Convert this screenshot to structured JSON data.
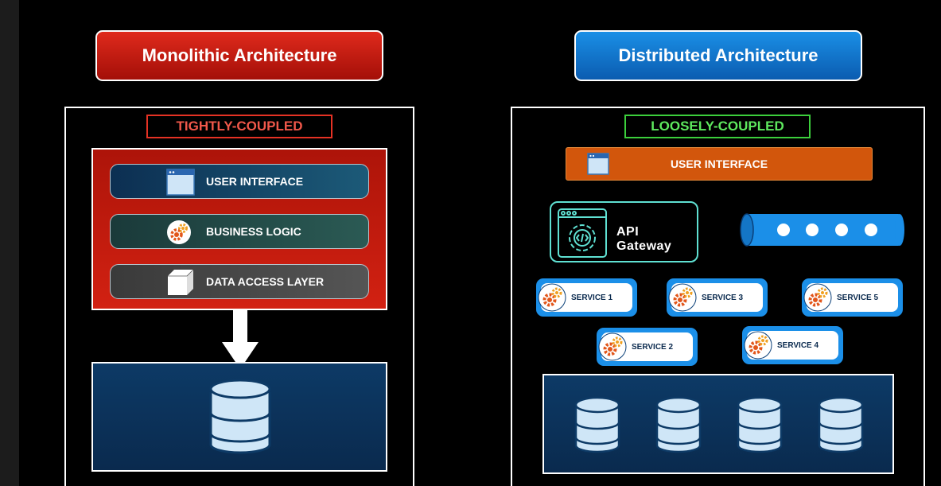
{
  "monolithic": {
    "title": "Monolithic Architecture",
    "badge": "TIGHTLY-COUPLED",
    "layers": [
      "USER INTERFACE",
      "BUSINESS LOGIC",
      "DATA ACCESS LAYER"
    ]
  },
  "distributed": {
    "title": "Distributed Architecture",
    "badge": "LOOSELY-COUPLED",
    "ui_label": "USER INTERFACE",
    "gateway_label": "API  Gateway",
    "services": [
      "SERVICE 1",
      "SERVICE 2",
      "SERVICE 3",
      "SERVICE 4",
      "SERVICE 5"
    ]
  },
  "colors": {
    "mono_accent": "#d22112",
    "dist_accent": "#1b8fe8",
    "coupling_tight": "#e53224",
    "coupling_loose": "#3ccf3c",
    "ui_bar": "#d2560c",
    "gateway_border": "#5fe0d2"
  },
  "icons": [
    "browser-window-icon",
    "gears-icon",
    "cube-icon",
    "database-icon",
    "api-gateway-icon",
    "message-queue-icon",
    "arrow-down-icon"
  ]
}
